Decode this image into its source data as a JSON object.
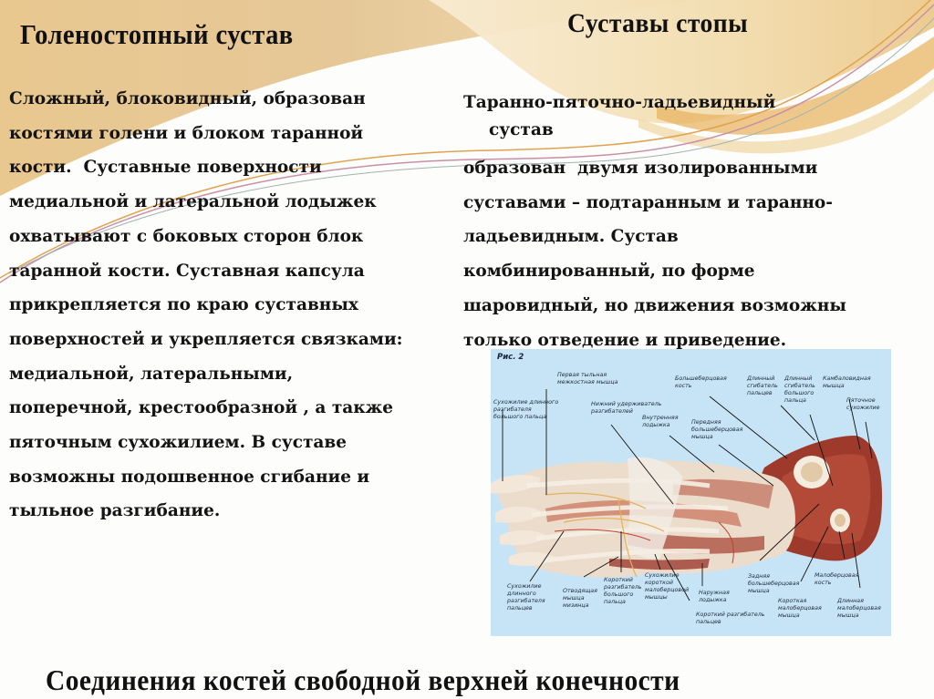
{
  "slide": {
    "title_left": "Голеностопный сустав",
    "title_right": "Суставы стопы",
    "title_bottom": "Соединения костей свободной верхней конечности",
    "colors": {
      "swoosh_light": "#f3dfb5",
      "swoosh_mid": "#e9c687",
      "swoosh_dark": "#d9b07a",
      "line_pink": "#c98fa6",
      "line_gold": "#e0a24e",
      "figure_bg": "#c7e4f6",
      "text": "#141414"
    }
  },
  "left_column": {
    "lines": [
      "Сложный, блоковидный, образован",
      "костями голени и блоком таранной",
      "кости.  Суставные поверхности",
      "медиальной и латеральной лодыжек",
      "охватывают с боковых сторон блок",
      "таранной кости. Суставная капсула",
      "прикрепляется по краю суставных",
      "поверхностей и укрепляется связками:",
      "медиальной, латеральными,",
      "поперечной, крестообразной , а также",
      "пяточным сухожилием. В суставе",
      "возможны подошвенное сгибание и",
      "тыльное разгибание."
    ]
  },
  "right_column": {
    "heading_line1": "Таранно-пяточно-ладьевидный",
    "heading_line2": "сустав",
    "lines": [
      "образован  двумя изолированными",
      "суставами – подтаранным и таранно-",
      "ладьевидным. Сустав",
      "комбинированный, по форме",
      "шаровидный, но движения возможны",
      "только отведение и приведение."
    ]
  },
  "figure": {
    "caption": "Рис. 2",
    "labels_top": [
      "Сухожилие длинного\nразгибателя\nбольшого пальца",
      "Первая тыльная\nмежкостная мышца",
      "Нижний удерживатель\nразгибателей",
      "Внутренняя\nлодыжка",
      "Большеберцовая\nкость",
      "Передняя\nбольшеберцовая\nмышца",
      "Длинный\nсгибатель\nпальцев",
      "Длинный\nсгибатель\nбольшого\nпальца",
      "Камбаловидная\nмышца",
      "Пяточное\nсухожилие"
    ],
    "labels_bottom": [
      "Сухожилие\nдлинного\nразгибателя\nпальцев",
      "Отводящая\nмышца\nмизинца",
      "Короткий\nразгибатель\nбольшого\nпальца",
      "Сухожилие\nкороткой\nмалоберцовой\nмышцы",
      "Наружная\nлодыжка",
      "Короткий разгибатель\nпальцев",
      "Задняя\nбольшеберцовая\nмышца",
      "Короткая\nмалоберцовая\nмышца",
      "Малоберцовая\nкость",
      "Длинная\nмалоберцовая\nмышца"
    ]
  }
}
